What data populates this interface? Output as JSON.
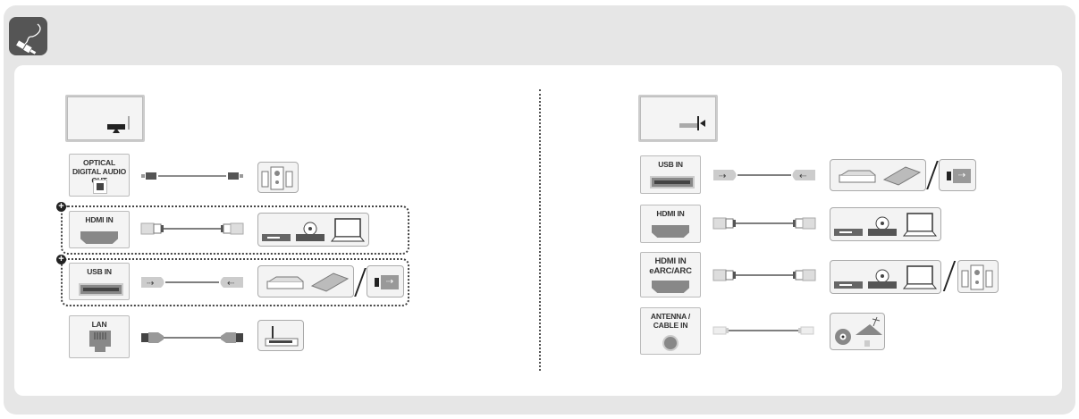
{
  "header": {
    "icon": "cable-icon"
  },
  "left_panel": {
    "tv_icon": "tv-rear-bottom-ports-icon",
    "rows": [
      {
        "port_label": "OPTICAL DIGITAL AUDIO OUT",
        "port_icon": "optical-port-icon",
        "cable_icon": "optical-cable-icon",
        "devices": [
          "speaker-system-icon"
        ],
        "optional": false
      },
      {
        "port_label": "HDMI IN",
        "port_icon": "hdmi-port-icon",
        "cable_icon": "hdmi-cable-icon",
        "devices": [
          "set-top-box-icon",
          "dvd-player-icon",
          "laptop-icon"
        ],
        "optional": true
      },
      {
        "port_label": "USB IN",
        "port_icon": "usb-port-icon",
        "cable_icon": "usb-cable-icon",
        "devices": [
          "hard-drive-icon",
          "external-disk-icon"
        ],
        "alt_devices": [
          "usb-stick-icon"
        ],
        "optional": true
      },
      {
        "port_label": "LAN",
        "port_icon": "lan-port-icon",
        "cable_icon": "ethernet-cable-icon",
        "devices": [
          "router-icon"
        ],
        "optional": false
      }
    ],
    "optional_marker": "+"
  },
  "right_panel": {
    "tv_icon": "tv-rear-side-ports-icon",
    "rows": [
      {
        "port_label": "USB IN",
        "port_icon": "usb-port-icon",
        "cable_icon": "usb-cable-icon",
        "devices": [
          "hard-drive-icon",
          "external-disk-icon"
        ],
        "alt_devices": [
          "usb-stick-icon"
        ]
      },
      {
        "port_label": "HDMI IN",
        "port_icon": "hdmi-port-icon",
        "cable_icon": "hdmi-cable-icon",
        "devices": [
          "set-top-box-icon",
          "dvd-player-icon",
          "laptop-icon"
        ]
      },
      {
        "port_label": "HDMI IN eARC/ARC",
        "port_label_line1": "HDMI IN",
        "port_label_line2": "eARC/ARC",
        "port_icon": "hdmi-port-icon",
        "cable_icon": "hdmi-cable-icon",
        "devices": [
          "set-top-box-icon",
          "dvd-player-icon",
          "laptop-icon"
        ],
        "alt_devices": [
          "speaker-system-icon"
        ]
      },
      {
        "port_label": "ANTENNA / CABLE IN",
        "port_label_line1": "ANTENNA /",
        "port_label_line2": "CABLE IN",
        "port_icon": "coax-port-icon",
        "cable_icon": "coax-cable-icon",
        "devices": [
          "antenna-cable-source-icon"
        ]
      }
    ]
  },
  "colors": {
    "frame": "#e6e6e6",
    "icon_bg": "#555555",
    "accent": "#222222",
    "port_fill": "#888888"
  }
}
